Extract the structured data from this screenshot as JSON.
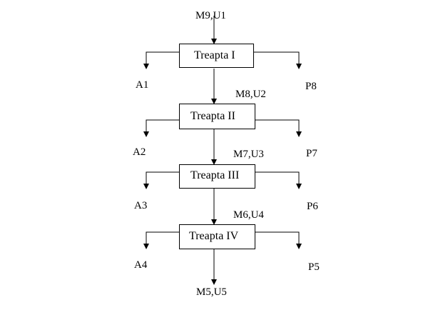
{
  "stages": [
    {
      "name": "Treapta I",
      "input": "M9,U1",
      "left_output": "A1",
      "right_output": "P8"
    },
    {
      "name": "Treapta II",
      "input": "M8,U2",
      "left_output": "A2",
      "right_output": "P7"
    },
    {
      "name": "Treapta III",
      "input": "M7,U3",
      "left_output": "A3",
      "right_output": "P6"
    },
    {
      "name": "Treapta IV",
      "input": "M6,U4",
      "left_output": "A4",
      "right_output": "P5"
    }
  ],
  "final_output": "M5,U5"
}
